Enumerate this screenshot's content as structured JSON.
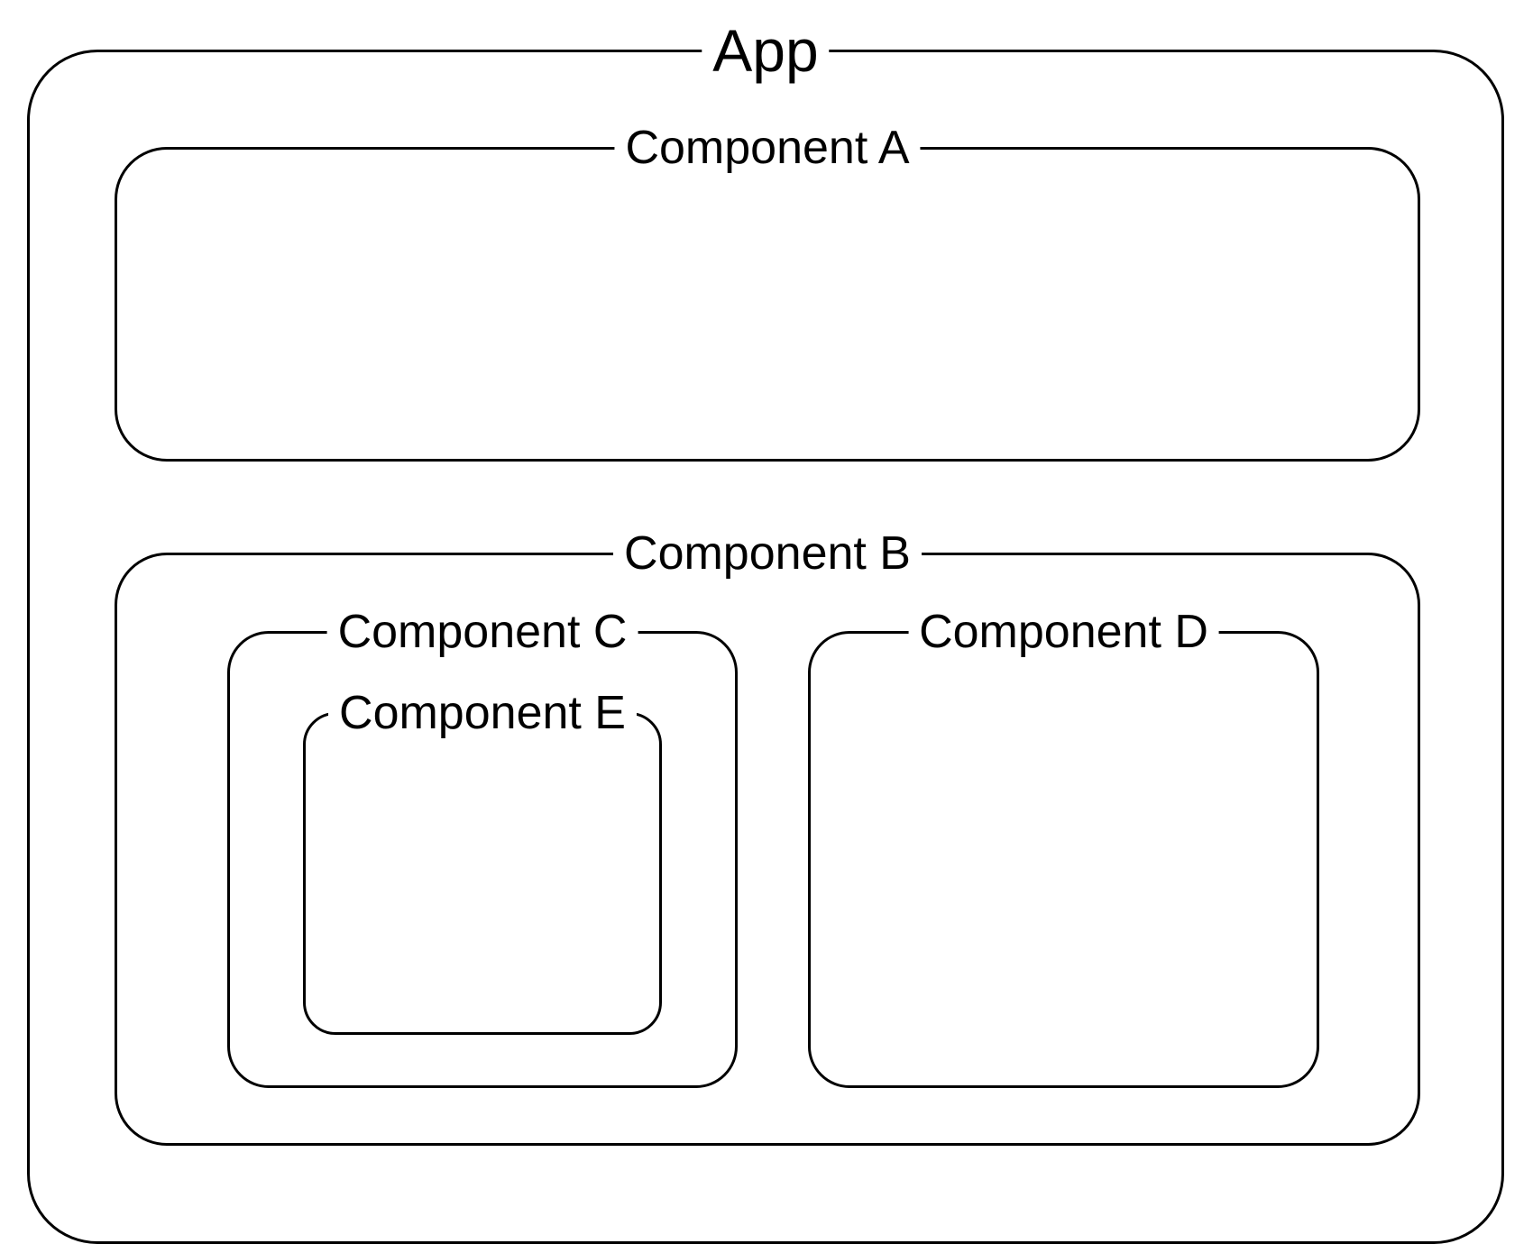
{
  "diagram": {
    "type": "nested-component-hierarchy",
    "colors": {
      "background": "#ffffff",
      "line": "#000000",
      "text": "#000000"
    },
    "boxes": {
      "app": {
        "label": "App"
      },
      "component_a": {
        "label": "Component A"
      },
      "component_b": {
        "label": "Component B"
      },
      "component_c": {
        "label": "Component C"
      },
      "component_d": {
        "label": "Component D"
      },
      "component_e": {
        "label": "Component E"
      }
    },
    "hierarchy": [
      {
        "name": "App",
        "children": [
          "Component A",
          "Component B"
        ]
      },
      {
        "name": "Component B",
        "children": [
          "Component C",
          "Component D"
        ]
      },
      {
        "name": "Component C",
        "children": [
          "Component E"
        ]
      }
    ]
  }
}
